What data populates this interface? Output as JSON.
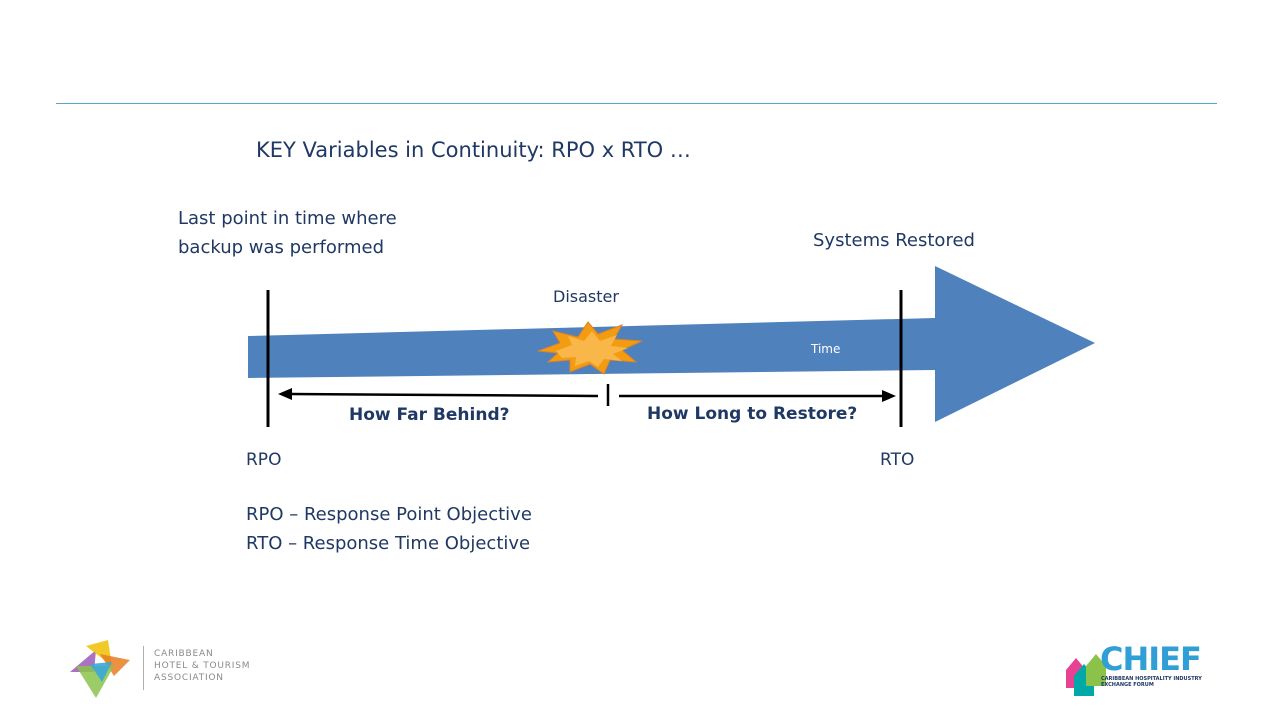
{
  "slide": {
    "title": "KEY Variables in Continuity: RPO x RTO …"
  },
  "diagram": {
    "last_point_label": "Last point in time where backup was performed",
    "systems_restored_label": "Systems Restored",
    "disaster_label": "Disaster",
    "time_label": "Time",
    "how_far_behind_label": "How Far Behind?",
    "how_long_label": "How Long to Restore?",
    "rpo_label": "RPO",
    "rto_label": "RTO",
    "arrow_color": "#4f81bd",
    "burst_color": "#f39c12",
    "text_color": "#1f3864"
  },
  "definitions": {
    "rpo": "RPO – Response Point Objective",
    "rto": "RTO – Response Time Objective"
  },
  "footer": {
    "left_logo_text": "CARIBBEAN\nHOTEL & TOURISM\nASSOCIATION",
    "right_logo_word": "CHIEF",
    "right_logo_sub": "CARIBBEAN HOSPITALITY INDUSTRY EXCHANGE FORUM"
  }
}
